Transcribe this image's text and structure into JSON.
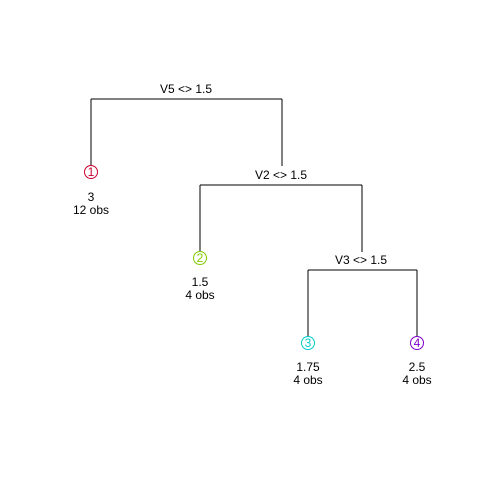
{
  "diagram": {
    "type": "regression-tree",
    "splits": [
      {
        "id": "s1",
        "label": "V5 <> 1.5"
      },
      {
        "id": "s2",
        "label": "V2 <> 1.5"
      },
      {
        "id": "s3",
        "label": "V3 <> 1.5"
      }
    ],
    "leaves": [
      {
        "id": "1",
        "value": "3",
        "obs": "12 obs",
        "color": "#cc0033"
      },
      {
        "id": "2",
        "value": "1.5",
        "obs": "4 obs",
        "color": "#80cc00"
      },
      {
        "id": "3",
        "value": "1.75",
        "obs": "4 obs",
        "color": "#00cccc"
      },
      {
        "id": "4",
        "value": "2.5",
        "obs": "4 obs",
        "color": "#8000cc"
      }
    ]
  }
}
